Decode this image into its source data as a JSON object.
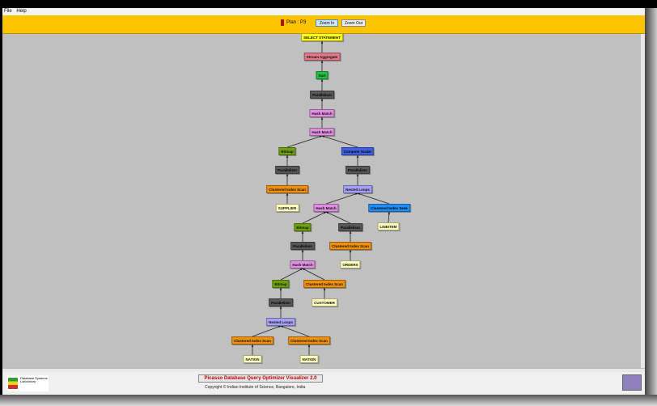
{
  "menu": [
    "File",
    "Help"
  ],
  "toolbar": {
    "plan_label": "Plan : P3",
    "zoom_in": "Zoom In",
    "zoom_out": "Zoom Out",
    "plan_color": "#b01010"
  },
  "colors": {
    "select": "#ffff20",
    "agg": "#e07888",
    "sort": "#20c040",
    "parallel": "#585858",
    "hash": "#e090e0",
    "bitmap": "#70a010",
    "compute": "#4060e0",
    "scan": "#f09010",
    "loops": "#a8a0f8",
    "seek": "#2090f8",
    "table": "#ffffc0"
  },
  "nodes": [
    {
      "label": "SELECT STATEMENT",
      "type": "select",
      "parent": null
    },
    {
      "label": "Stream Aggregate",
      "type": "agg",
      "parent": 0
    },
    {
      "label": "Sort",
      "type": "sort",
      "parent": 1
    },
    {
      "label": "Parallelism",
      "type": "parallel",
      "parent": 2
    },
    {
      "label": "Hash Match",
      "type": "hash",
      "parent": 3
    },
    {
      "label": "Hash Match",
      "type": "hash",
      "parent": 4
    },
    {
      "label": "Bitmap",
      "type": "bitmap",
      "parent": 5
    },
    {
      "label": "Compute Scalar",
      "type": "compute",
      "parent": 5
    },
    {
      "label": "Parallelism",
      "type": "parallel",
      "parent": 6
    },
    {
      "label": "Parallelism",
      "type": "parallel",
      "parent": 7
    },
    {
      "label": "Clustered Index Scan",
      "type": "scan",
      "parent": 8
    },
    {
      "label": "Nested Loops",
      "type": "loops",
      "parent": 9
    },
    {
      "label": "SUPPLIER",
      "type": "table",
      "parent": 10
    },
    {
      "label": "Hash Match",
      "type": "hash",
      "parent": 11
    },
    {
      "label": "Clustered Index Seek",
      "type": "seek",
      "parent": 11
    },
    {
      "label": "Bitmap",
      "type": "bitmap",
      "parent": 13
    },
    {
      "label": "Parallelism",
      "type": "parallel",
      "parent": 13
    },
    {
      "label": "LINEITEM",
      "type": "table",
      "parent": 14
    },
    {
      "label": "Parallelism",
      "type": "parallel",
      "parent": 15
    },
    {
      "label": "Clustered Index Scan",
      "type": "scan",
      "parent": 16
    },
    {
      "label": "Hash Match",
      "type": "hash",
      "parent": 18
    },
    {
      "label": "ORDERS",
      "type": "table",
      "parent": 19
    },
    {
      "label": "Bitmap",
      "type": "bitmap",
      "parent": 20
    },
    {
      "label": "Clustered Index Scan",
      "type": "scan",
      "parent": 20
    },
    {
      "label": "Parallelism",
      "type": "parallel",
      "parent": 22
    },
    {
      "label": "CUSTOMER",
      "type": "table",
      "parent": 23
    },
    {
      "label": "Nested Loops",
      "type": "loops",
      "parent": 24
    },
    {
      "label": "Clustered Index Scan",
      "type": "scan",
      "parent": 26
    },
    {
      "label": "Clustered Index Scan",
      "type": "scan",
      "parent": 26
    },
    {
      "label": "NATION",
      "type": "table",
      "parent": 27
    },
    {
      "label": "NATION",
      "type": "table",
      "parent": 28
    }
  ],
  "footer": {
    "logo_text": "Database Systems Laboratory",
    "title": "Picasso Database Query Optimizer Visualizer 2.0",
    "copyright": "Copyright © Indian Institute of Science, Bangalore, India"
  }
}
